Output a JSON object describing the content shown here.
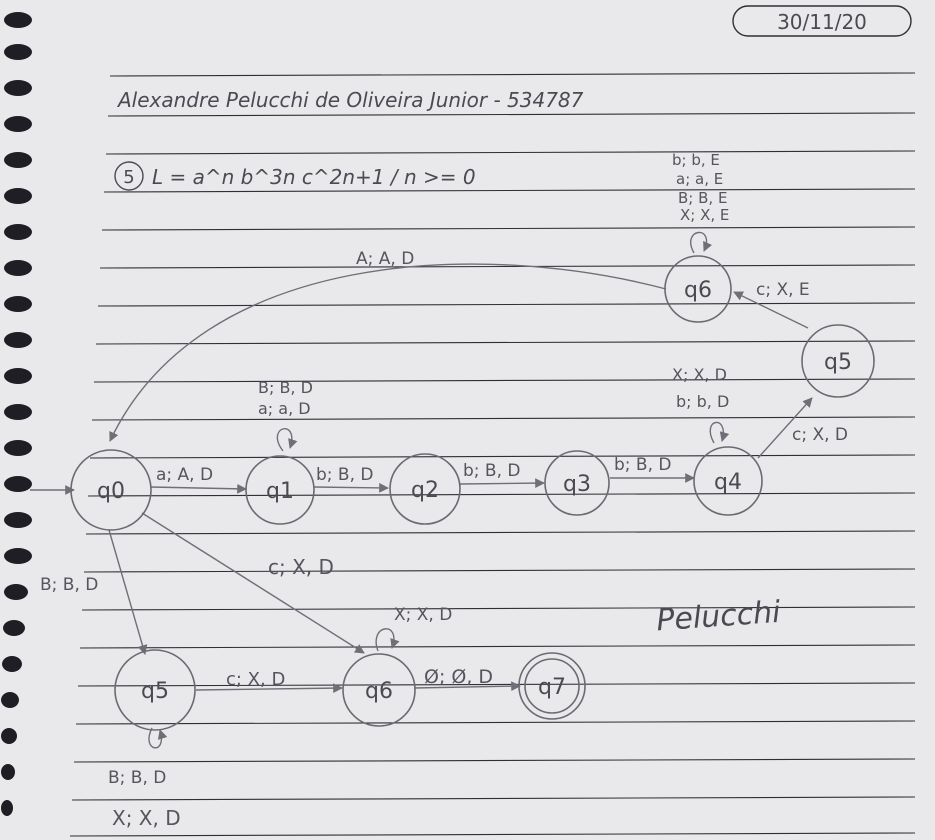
{
  "date": "30/11/20",
  "author_line": "Alexandre Pelucchi de Oliveira Junior - 534787",
  "exercise_number": "5",
  "language_definition": "L = a^n b^3n c^2n+1 / n >= 0",
  "signature": "Pelucchi",
  "states": [
    {
      "id": "q0",
      "label": "q0",
      "initial": true
    },
    {
      "id": "q1",
      "label": "q1"
    },
    {
      "id": "q2",
      "label": "q2"
    },
    {
      "id": "q3",
      "label": "q3"
    },
    {
      "id": "q4",
      "label": "q4"
    },
    {
      "id": "q5_top",
      "label": "q5"
    },
    {
      "id": "q6_top",
      "label": "q6"
    },
    {
      "id": "q5_bottom",
      "label": "q5"
    },
    {
      "id": "q6_bottom",
      "label": "q6"
    },
    {
      "id": "q7",
      "label": "q7",
      "final": true
    }
  ],
  "transitions": [
    {
      "from": "q0",
      "to": "q1",
      "label": "a; A, D"
    },
    {
      "from": "q1",
      "to": "q1",
      "labels": [
        "B; B, D",
        "a; a, D"
      ]
    },
    {
      "from": "q1",
      "to": "q2",
      "label": "b; B, D"
    },
    {
      "from": "q2",
      "to": "q3",
      "label": "b; B, D"
    },
    {
      "from": "q3",
      "to": "q4",
      "label": "b; B, D"
    },
    {
      "from": "q4",
      "to": "q4",
      "labels": [
        "X; X, D",
        "b; b, D"
      ]
    },
    {
      "from": "q4",
      "to": "q5_top",
      "label": "c; X, D"
    },
    {
      "from": "q5_top",
      "to": "q6_top",
      "label": "c; X, E"
    },
    {
      "from": "q6_top",
      "to": "q6_top",
      "labels": [
        "b; b, E",
        "a; a, E",
        "B; B, E",
        "X; X, E"
      ]
    },
    {
      "from": "q6_top",
      "to": "q0",
      "label": "A; A, D"
    },
    {
      "from": "q0",
      "to": "q6_bottom",
      "label": "c; X, D"
    },
    {
      "from": "q0",
      "to": "q5_bottom",
      "label": "B; B, D"
    },
    {
      "from": "q5_bottom",
      "to": "q5_bottom",
      "labels": [
        "B; B, D",
        "X; X, D"
      ]
    },
    {
      "from": "q5_bottom",
      "to": "q6_bottom",
      "label": "c; X, D"
    },
    {
      "from": "q6_bottom",
      "to": "q6_bottom",
      "label": "X; X, D"
    },
    {
      "from": "q6_bottom",
      "to": "q7",
      "label": "Ø; Ø, D"
    }
  ]
}
